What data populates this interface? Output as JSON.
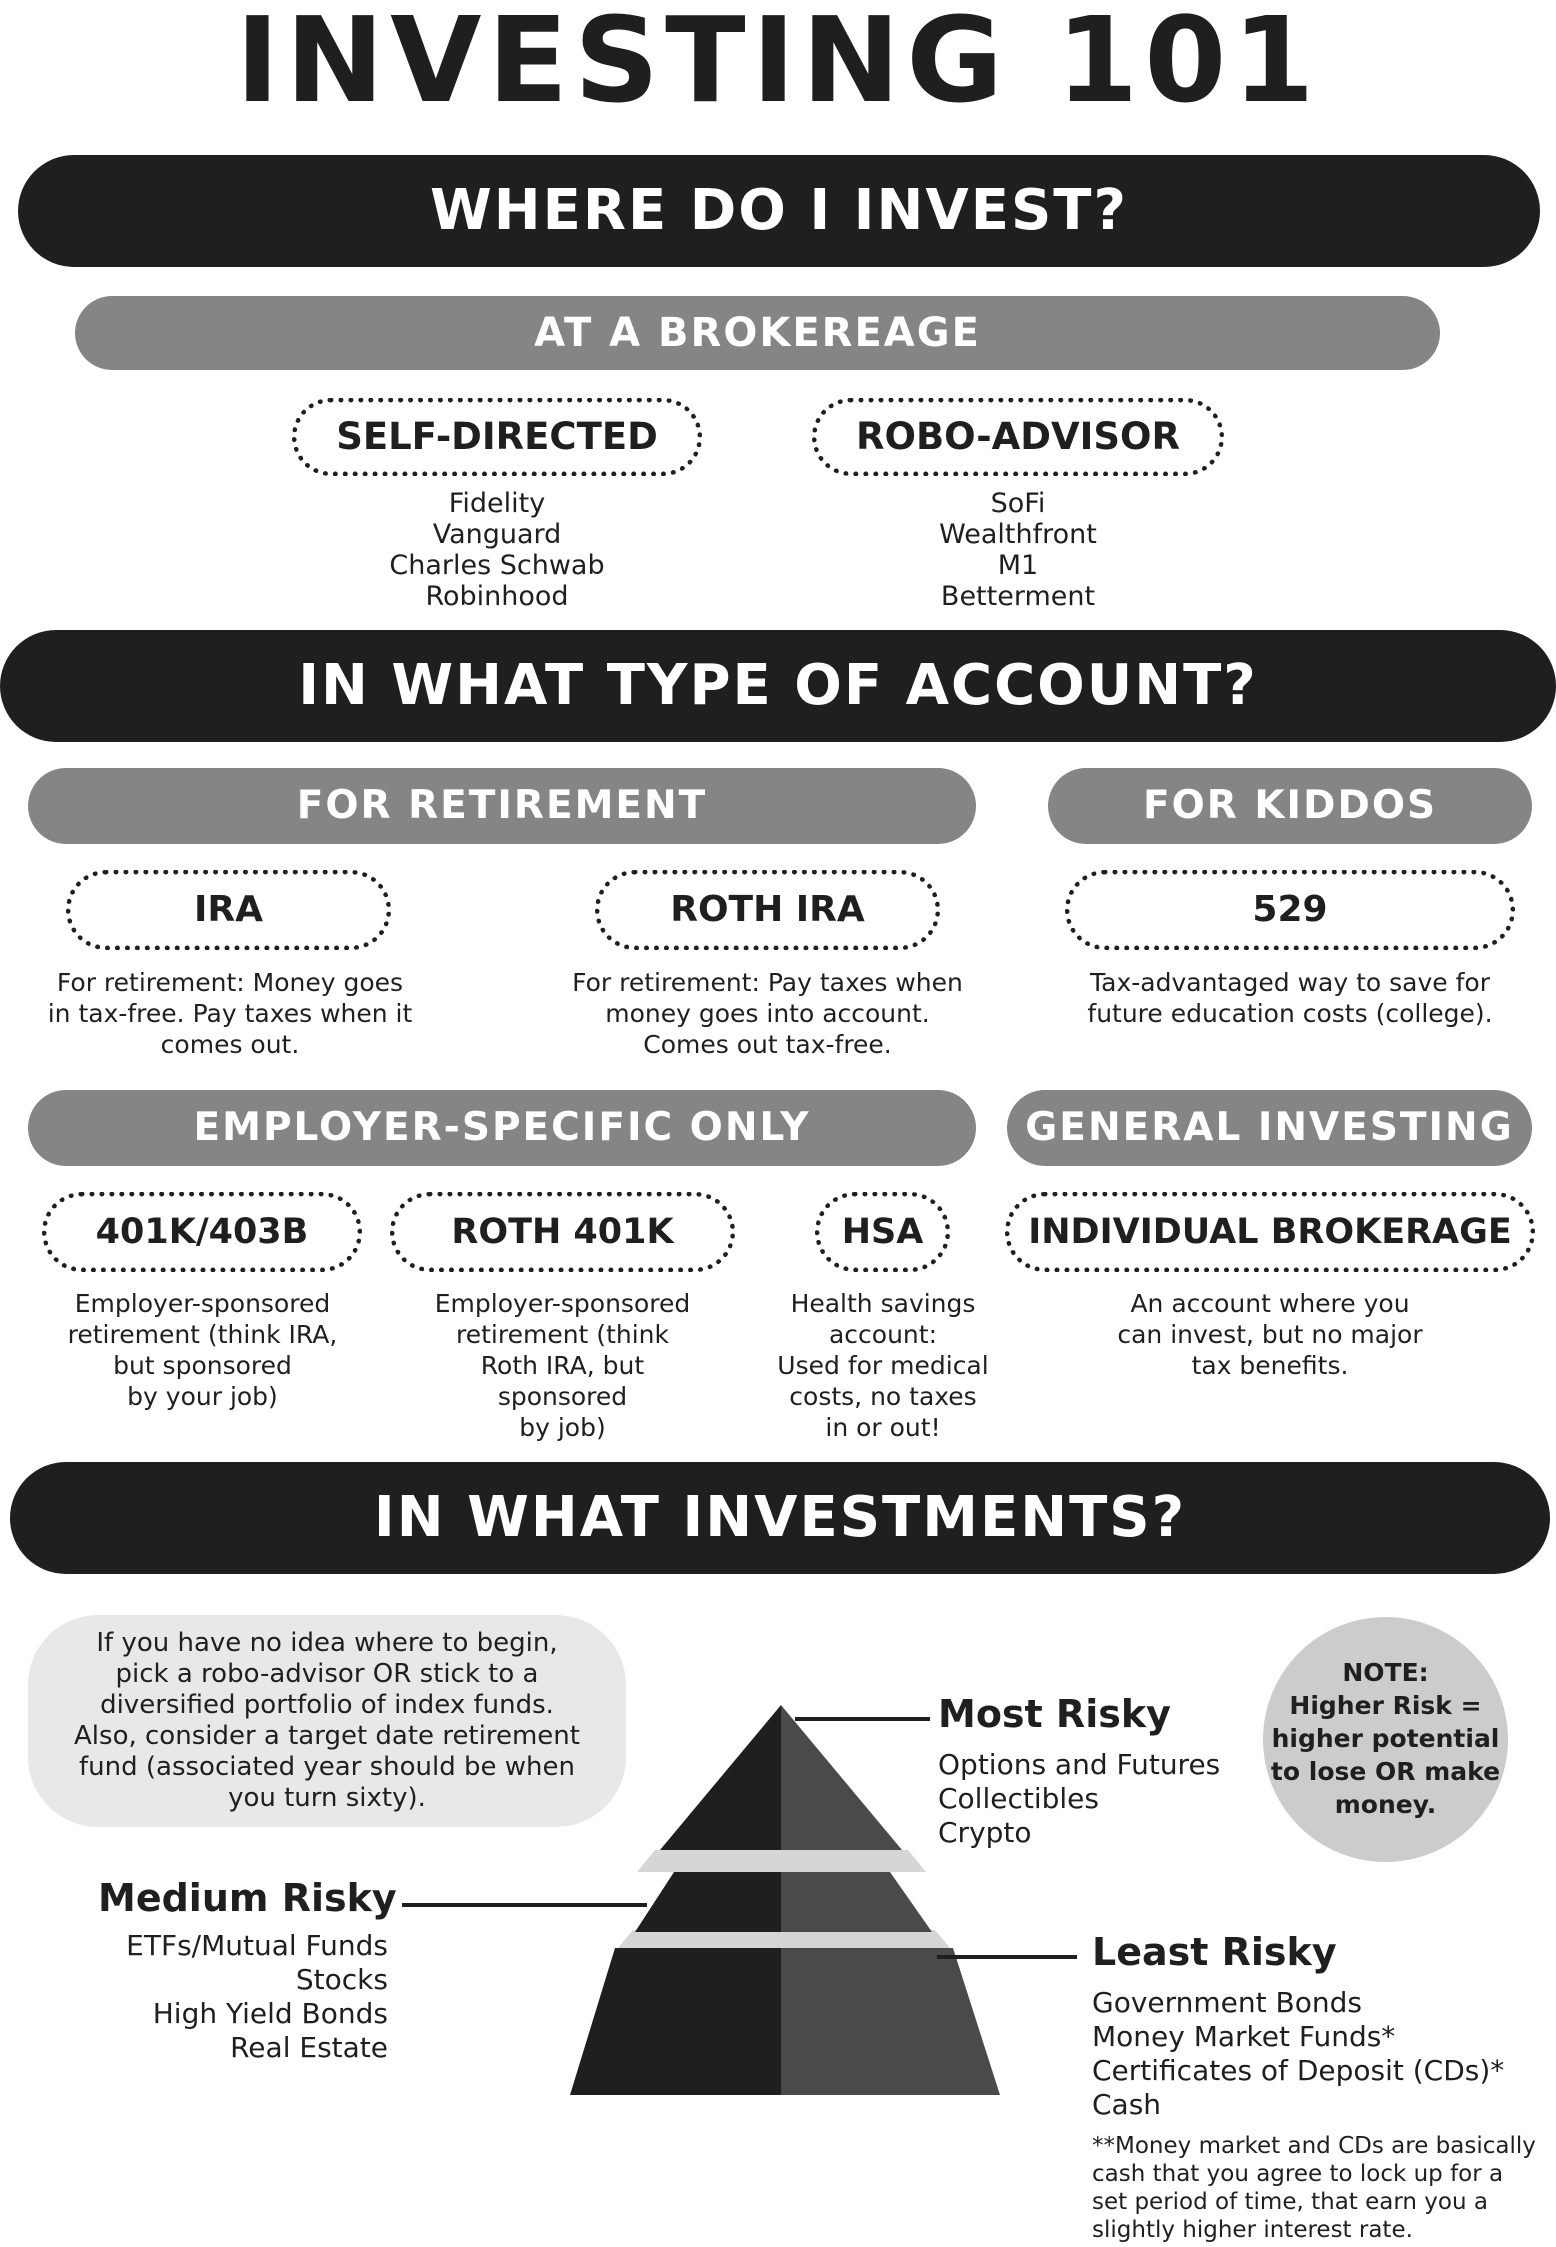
{
  "title": "INVESTING 101",
  "where": {
    "heading": "WHERE DO I INVEST?",
    "brokerage": "AT A BROKEREAGE",
    "self_directed": {
      "label": "SELF-DIRECTED",
      "items": [
        "Fidelity",
        "Vanguard",
        "Charles Schwab",
        "Robinhood"
      ]
    },
    "robo_advisor": {
      "label": "ROBO-ADVISOR",
      "items": [
        "SoFi",
        "Wealthfront",
        "M1",
        "Betterment"
      ]
    }
  },
  "account": {
    "heading": "IN WHAT TYPE OF ACCOUNT?",
    "retirement": {
      "label": "FOR RETIREMENT",
      "ira": {
        "label": "IRA",
        "desc": [
          "For retirement: Money goes",
          "in tax-free. Pay taxes when it",
          "comes out."
        ]
      },
      "roth_ira": {
        "label": "ROTH IRA",
        "desc": [
          "For retirement: Pay taxes when",
          "money goes into account.",
          "Comes out tax-free."
        ]
      }
    },
    "kiddos": {
      "label": "FOR KIDDOS",
      "plan529": {
        "label": "529",
        "desc": [
          "Tax-advantaged way to save for",
          "future education costs (college)."
        ]
      }
    },
    "employer": {
      "label": "EMPLOYER-SPECIFIC ONLY",
      "k401": {
        "label": "401K/403B",
        "desc": [
          "Employer-sponsored",
          "retirement (think IRA,",
          "but sponsored",
          "by your job)"
        ]
      },
      "roth401k": {
        "label": "ROTH 401K",
        "desc": [
          "Employer-sponsored",
          "retirement (think",
          "Roth IRA, but",
          "sponsored",
          "by job)"
        ]
      },
      "hsa": {
        "label": "HSA",
        "desc": [
          "Health savings",
          "account:",
          "Used for medical",
          "costs, no taxes",
          "in or out!"
        ]
      }
    },
    "general": {
      "label": "GENERAL INVESTING",
      "individual": {
        "label": "INDIVIDUAL BROKERAGE",
        "desc": [
          "An account where you",
          "can invest, but no major",
          "tax benefits."
        ]
      }
    }
  },
  "investments": {
    "heading": "IN WHAT INVESTMENTS?",
    "advice": [
      "If you have no idea where to begin,",
      "pick a robo-advisor OR stick to a",
      "diversified portfolio of index funds.",
      "Also, consider a target date retirement",
      "fund (associated year should be when",
      "you turn sixty)."
    ],
    "note": [
      "NOTE:",
      "Higher Risk =",
      "higher potential",
      "to lose OR make",
      "money."
    ],
    "most": {
      "title": "Most Risky",
      "items": [
        "Options and Futures",
        "Collectibles",
        "Crypto"
      ]
    },
    "medium": {
      "title": "Medium Risky",
      "items": [
        "ETFs/Mutual Funds",
        "Stocks",
        "High Yield Bonds",
        "Real Estate"
      ]
    },
    "least": {
      "title": "Least Risky",
      "items": [
        "Government Bonds",
        "Money Market Funds*",
        "Certificates of Deposit (CDs)*",
        "Cash"
      ]
    },
    "footnote": [
      "**Money market and CDs are basically",
      "cash that you agree to lock up for a",
      "set period of time, that earn you a",
      "slightly higher interest rate."
    ]
  },
  "colors": {
    "dark": "#1f1f1f",
    "gray": "#858585",
    "light": "#e8e8e8",
    "note": "#cccccc"
  }
}
